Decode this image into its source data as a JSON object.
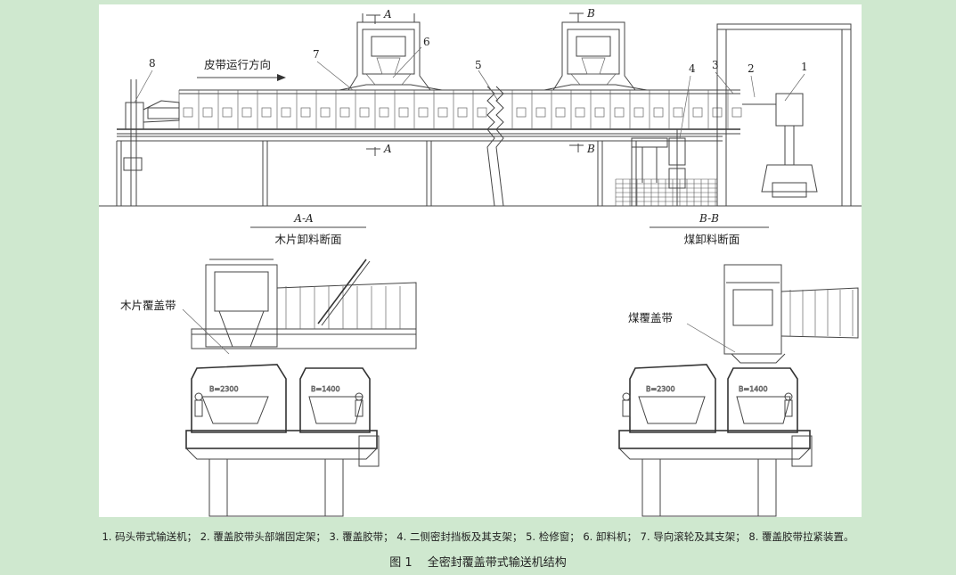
{
  "labels": {
    "num1": "1",
    "num2": "2",
    "num3": "3",
    "num4": "4",
    "num5": "5",
    "num6": "6",
    "num7": "7",
    "num8": "8",
    "direction": "皮带运行方向",
    "secA_top": "A",
    "secA_bot": "A",
    "secB_top": "B",
    "secB_bot": "B",
    "aa_title": "A-A",
    "aa_sub": "木片卸料断面",
    "bb_title": "B-B",
    "bb_sub": "煤卸料断面",
    "wood_belt": "木片覆盖带",
    "coal_belt": "煤覆盖带",
    "b2300_left": "B=2300",
    "b1400_left": "B=1400",
    "b2300_right": "B=2300",
    "b1400_right": "B=1400"
  },
  "caption": {
    "legend": "1. 码头带式输送机； 2. 覆盖胶带头部端固定架； 3. 覆盖胶带； 4. 二侧密封挡板及其支架； 5. 检修窗； 6. 卸料机； 7. 导向滚轮及其支架； 8. 覆盖胶带拉紧装置。",
    "title": "图 1　 全密封覆盖带式输送机结构"
  }
}
